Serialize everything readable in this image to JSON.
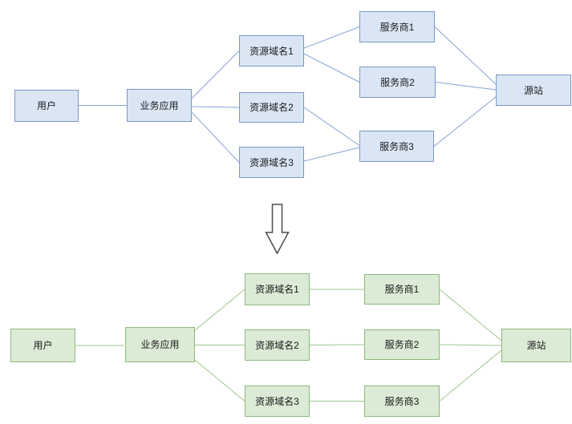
{
  "colors": {
    "background": "#ffffff",
    "text": "#1a1a1a",
    "blue_node_fill": "#dbe6f5",
    "blue_node_border": "#7b97c9",
    "blue_edge": "#87a3d4",
    "green_node_fill": "#dcebd5",
    "green_node_border": "#8db97e",
    "green_edge": "#9bc68c",
    "arrow_stroke": "#4d4d4d"
  },
  "transform_arrow": {
    "icon": "hollow-down-arrow"
  },
  "top_diagram": {
    "style": "blue",
    "nodes": {
      "user": {
        "label": "用户"
      },
      "app": {
        "label": "业务应用"
      },
      "domain1": {
        "label": "资源域名1"
      },
      "domain2": {
        "label": "资源域名2"
      },
      "domain3": {
        "label": "资源域名3"
      },
      "provider1": {
        "label": "服务商1"
      },
      "provider2": {
        "label": "服务商2"
      },
      "provider3": {
        "label": "服务商3"
      },
      "origin": {
        "label": "源站"
      }
    },
    "edges": [
      [
        "用户",
        "业务应用"
      ],
      [
        "业务应用",
        "资源域名1"
      ],
      [
        "业务应用",
        "资源域名2"
      ],
      [
        "业务应用",
        "资源域名3"
      ],
      [
        "资源域名1",
        "服务商1"
      ],
      [
        "资源域名1",
        "服务商2"
      ],
      [
        "资源域名2",
        "服务商3"
      ],
      [
        "资源域名3",
        "服务商3"
      ],
      [
        "服务商1",
        "源站"
      ],
      [
        "服务商2",
        "源站"
      ],
      [
        "服务商3",
        "源站"
      ]
    ]
  },
  "bottom_diagram": {
    "style": "green",
    "nodes": {
      "user": {
        "label": "用户"
      },
      "app": {
        "label": "业务应用"
      },
      "domain1": {
        "label": "资源域名1"
      },
      "domain2": {
        "label": "资源域名2"
      },
      "domain3": {
        "label": "资源域名3"
      },
      "provider1": {
        "label": "服务商1"
      },
      "provider2": {
        "label": "服务商2"
      },
      "provider3": {
        "label": "服务商3"
      },
      "origin": {
        "label": "源站"
      }
    },
    "edges": [
      [
        "用户",
        "业务应用"
      ],
      [
        "业务应用",
        "资源域名1"
      ],
      [
        "业务应用",
        "资源域名2"
      ],
      [
        "业务应用",
        "资源域名3"
      ],
      [
        "资源域名1",
        "服务商1"
      ],
      [
        "资源域名2",
        "服务商2"
      ],
      [
        "资源域名3",
        "服务商3"
      ],
      [
        "服务商1",
        "源站"
      ],
      [
        "服务商2",
        "源站"
      ],
      [
        "服务商3",
        "源站"
      ]
    ]
  }
}
